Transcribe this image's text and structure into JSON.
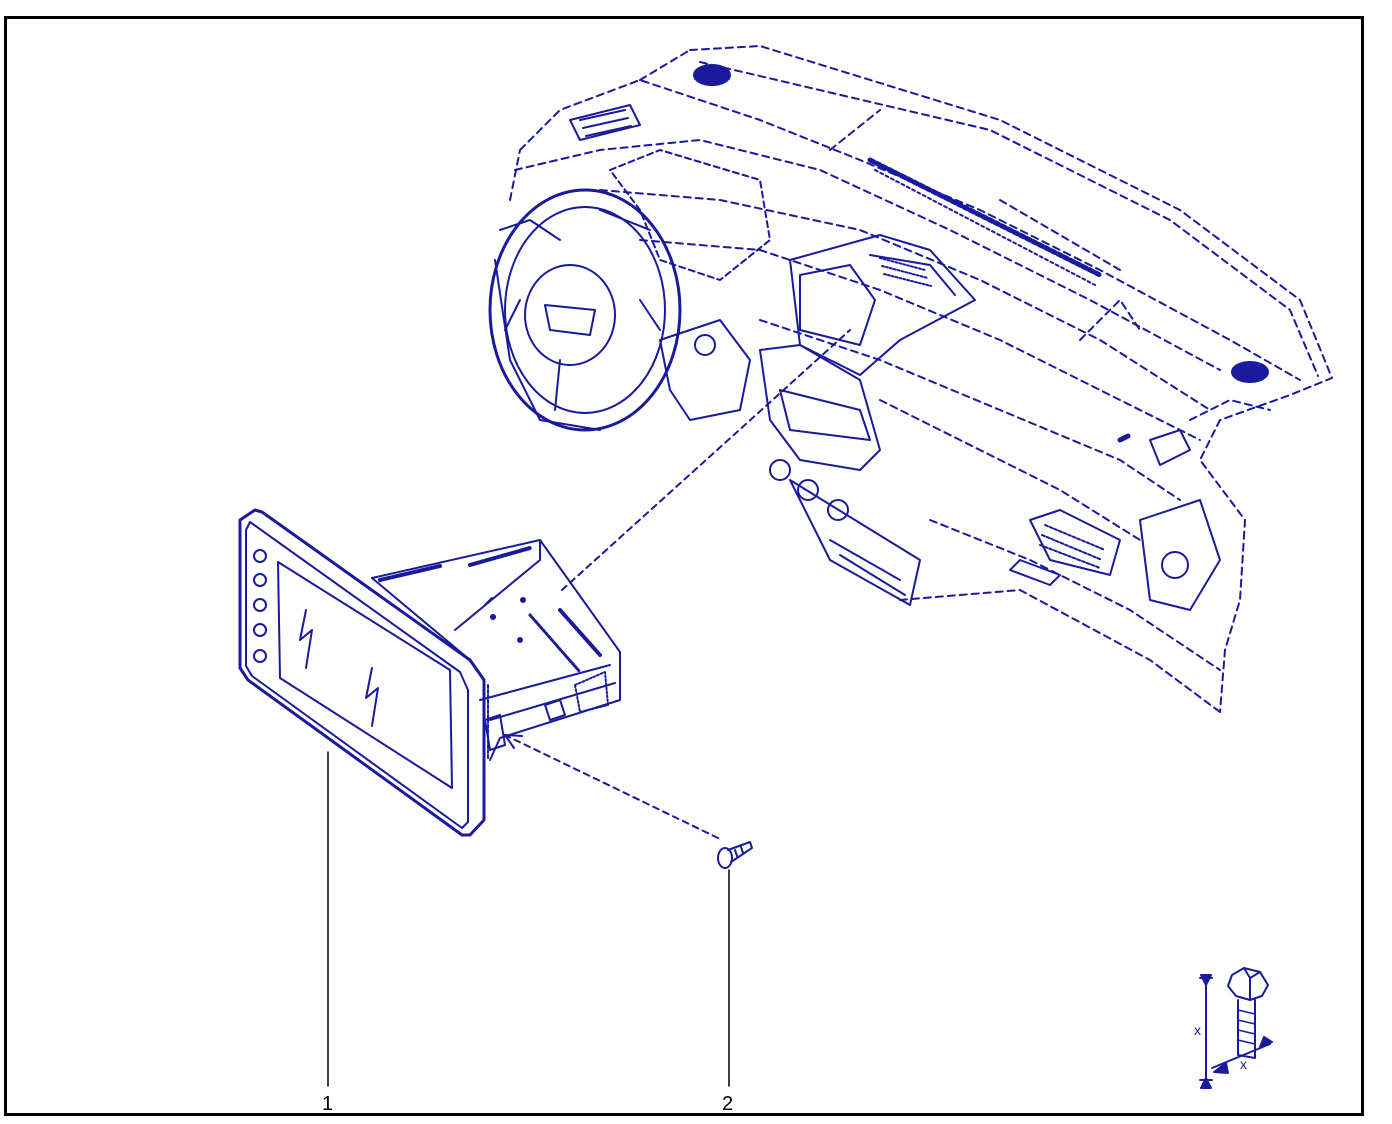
{
  "diagram": {
    "callouts": [
      {
        "id": "1",
        "label": "1"
      },
      {
        "id": "2",
        "label": "2"
      }
    ],
    "torque_icon": {
      "dim_label_vertical": "x",
      "dim_label_horizontal": "x"
    }
  },
  "colors": {
    "line": "#1a1a9c",
    "frame": "#000000",
    "background": "#ffffff"
  }
}
